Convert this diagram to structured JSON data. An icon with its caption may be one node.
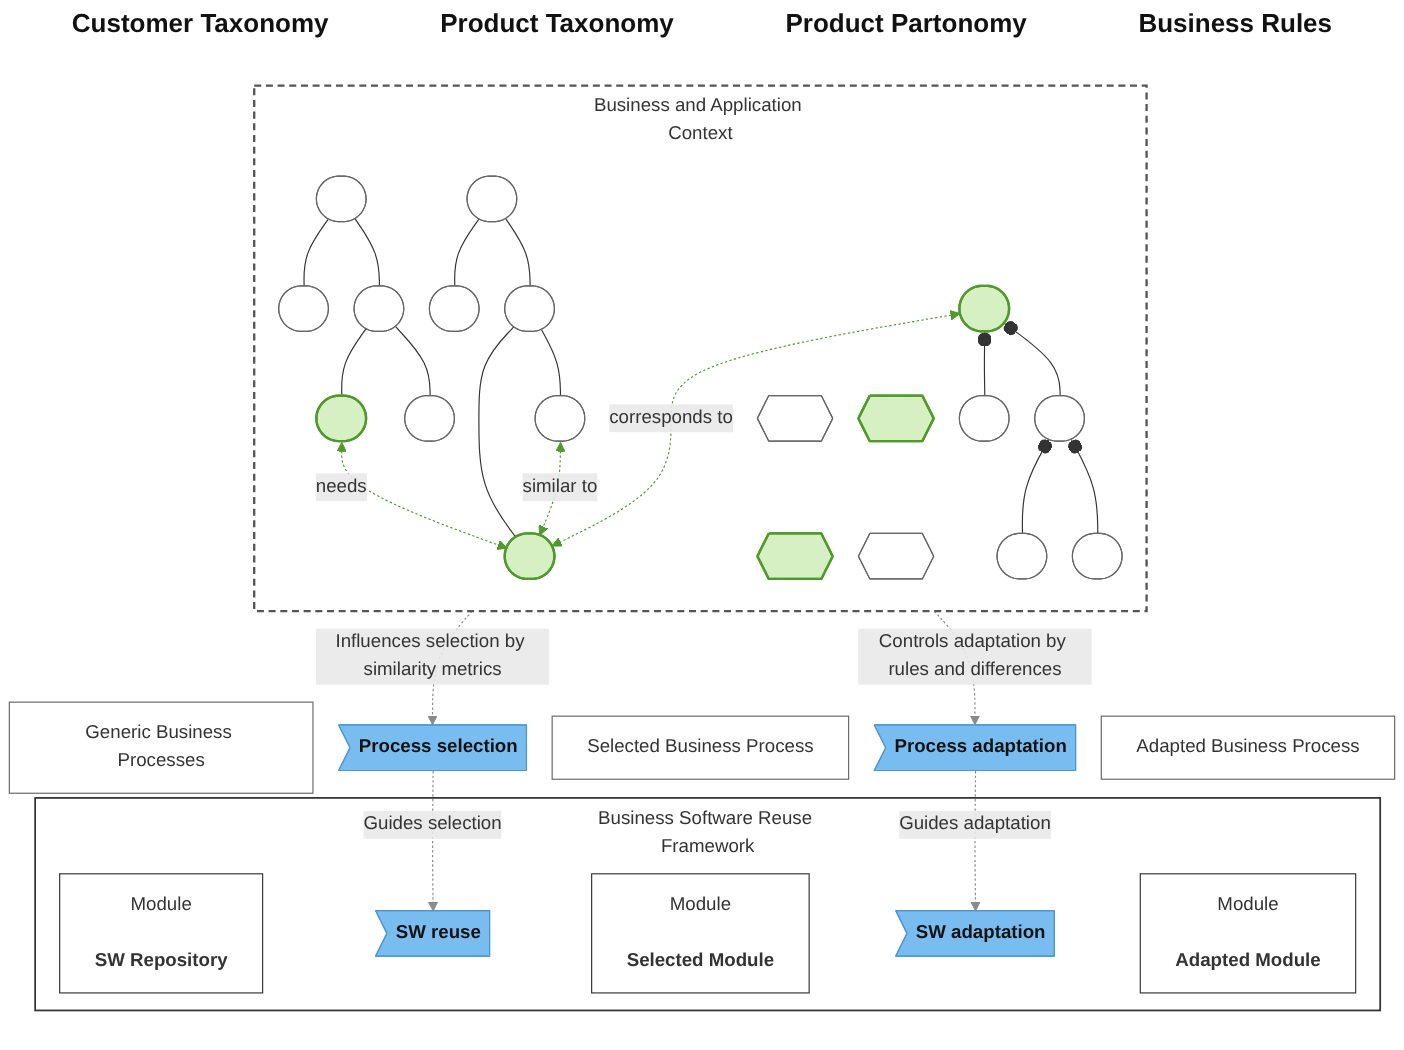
{
  "diagram": {
    "nodes": [
      {
        "text": [
          "Business and Application Context"
        ]
      },
      {
        "text": [],
        "shape": "ellipse",
        "in": 0
      },
      {
        "text": [],
        "shape": "ellipse",
        "in": 0
      },
      {
        "text": [],
        "shape": "ellipse",
        "in": 0
      },
      {
        "text": [],
        "shape": "ellipse",
        "in": 0
      },
      {
        "text": [],
        "shape": "ellipse",
        "in": 0
      },
      {
        "text": [],
        "shape": "ellipse",
        "in": 0
      },
      {
        "text": [],
        "shape": "ellipse",
        "in": 0
      },
      {
        "text": [],
        "shape": "ellipse",
        "in": 0
      },
      {
        "text": [],
        "shape": "ellipse",
        "in": 0
      },
      {
        "text": [],
        "shape": "ellipse",
        "in": 0
      },
      {
        "text": [],
        "shape": "ellipse",
        "in": 0
      },
      {
        "text": [],
        "shape": "ellipse",
        "in": 0
      },
      {
        "text": [],
        "shape": "ellipse",
        "in": 0
      },
      {
        "text": [],
        "shape": "ellipse",
        "in": 0
      },
      {
        "text": [],
        "shape": "ellipse",
        "in": 0
      },
      {
        "text": [],
        "shape": "hexagon",
        "in": 0
      },
      {
        "text": [],
        "shape": "hexagon",
        "in": 0
      },
      {
        "text": [],
        "shape": "hexagon",
        "in": 0
      },
      {
        "text": [],
        "shape": "hexagon",
        "in": 0
      },
      {
        "text": [
          "Generic Business Processes"
        ]
      },
      {
        "text": [
          "Process selection"
        ]
      },
      {
        "text": [
          "Selected Business Process"
        ]
      },
      {
        "text": [
          "Process adaptation"
        ]
      },
      {
        "text": [
          "Adapted Business Process"
        ]
      },
      {
        "text": [
          "Business Software Reuse Framework"
        ]
      },
      {
        "text": [
          "Module",
          "SW Repository"
        ],
        "in": 25
      },
      {
        "text": [
          "SW reuse"
        ],
        "in": 25
      },
      {
        "text": [
          "Module",
          "Selected Module"
        ],
        "in": 25
      },
      {
        "text": [
          "SW adaptation"
        ],
        "in": 25
      },
      {
        "text": [
          "Module",
          "Adapted Module"
        ],
        "in": 25
      }
    ],
    "edges": [
      {
        "from": 1,
        "to": 2,
        "arrow": "none"
      },
      {
        "from": 1,
        "to": 3,
        "arrow": "none"
      },
      {
        "from": 2,
        "to": 4,
        "arrow": "none"
      },
      {
        "from": 2,
        "to": 5,
        "arrow": "none"
      },
      {
        "from": 6,
        "to": 7,
        "arrow": "none"
      },
      {
        "from": 6,
        "to": 8,
        "arrow": "none"
      },
      {
        "from": 7,
        "to": 9,
        "arrow": "none"
      },
      {
        "from": 7,
        "to": 10,
        "arrow": "none"
      },
      {
        "from": 11,
        "to": 12,
        "arrow": "other"
      },
      {
        "from": 11,
        "to": 13,
        "arrow": "other"
      },
      {
        "from": 12,
        "to": 14,
        "arrow": "other"
      },
      {
        "from": 12,
        "to": 15,
        "arrow": "other"
      },
      {
        "from": 9,
        "to": 10,
        "label": "similar to",
        "arrow": "both",
        "style": "dashed",
        "color": "#4e9a2a"
      },
      {
        "from": 5,
        "to": 10,
        "label": "needs",
        "arrow": "both",
        "style": "dashed",
        "color": "#4e9a2a"
      },
      {
        "from": 11,
        "to": 10,
        "label": "corresponds to",
        "arrow": "both",
        "style": "dashed",
        "color": "#4e9a2a"
      },
      {
        "from": 0,
        "to": 21,
        "label": "Influences selection by similarity metrics",
        "arrow": "to",
        "style": "dashed",
        "color": "#8a8a8a"
      },
      {
        "from": 0,
        "to": 23,
        "label": "Controls adaptation by rules and differences",
        "arrow": "to",
        "style": "dashed",
        "color": "#8a8a8a"
      },
      {
        "from": 21,
        "to": 27,
        "label": "Guides selection",
        "arrow": "to",
        "style": "dashed",
        "color": "#8a8a8a"
      },
      {
        "from": 23,
        "to": 29,
        "label": "Guides adaptation",
        "arrow": "to",
        "style": "dashed",
        "color": "#8a8a8a"
      }
    ],
    "labels": [
      "Customer Taxonomy",
      "Product Taxonomy",
      "Product Partonomy",
      "Business Rules"
    ]
  }
}
